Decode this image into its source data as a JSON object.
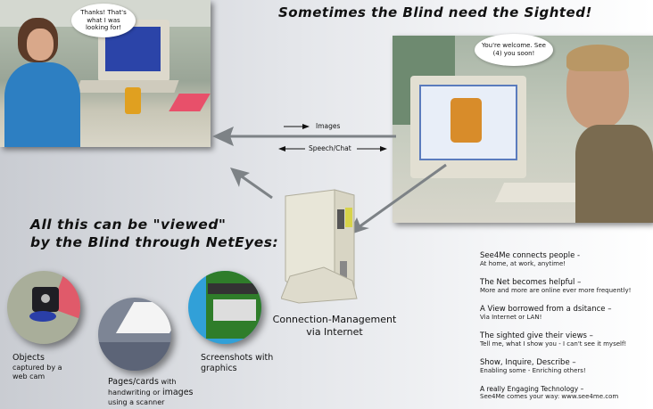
{
  "title": "Sometimes the Blind need the Sighted!",
  "left_bubble": "Thanks! That's what I was looking for!",
  "right_bubble": "You're welcome. See (4) you soon!",
  "arrows": {
    "images": "Images",
    "speech": "Speech/Chat"
  },
  "server_caption_1": "Connection-Management",
  "server_caption_2": "via Internet",
  "heading_1": "All this can be \"viewed\"",
  "heading_2": "by the Blind through NetEyes:",
  "sources": [
    {
      "title": "Objects",
      "sub1": "captured by a",
      "sub2": "web cam"
    },
    {
      "title": "Pages/cards",
      "tail": " with",
      "sub1": "handwriting or ",
      "sub1b": "images",
      "sub2": "using a scanner"
    },
    {
      "title": "Screenshots with",
      "sub1": "graphics"
    }
  ],
  "features": [
    {
      "head": "See4Me connects people -",
      "sub": "At home, at work, anytime!"
    },
    {
      "head": "The Net becomes helpful –",
      "sub": "More and more are online ever more frequently!"
    },
    {
      "head": "A View borrowed from a dsitance –",
      "sub": "Via Internet or LAN!"
    },
    {
      "head": "The sighted give their views –",
      "sub": "Tell me, what I show you - I can't see it myself!"
    },
    {
      "head": "Show, Inquire, Describe –",
      "sub": "Enabling some - Enriching others!"
    },
    {
      "head": "A really Engaging Technology –",
      "sub": "See4Me comes your way: www.see4me.com"
    }
  ]
}
